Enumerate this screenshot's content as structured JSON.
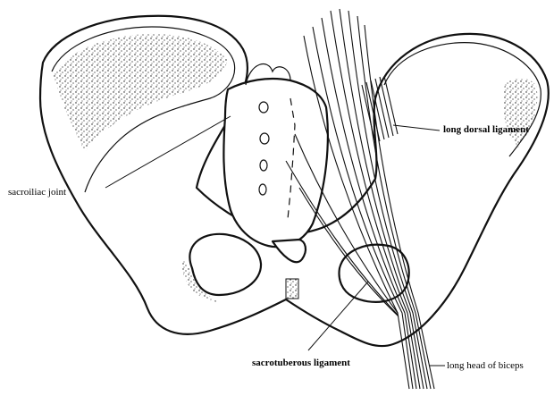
{
  "labels": {
    "sacroiliac_joint": "sacroiliac joint",
    "long_dorsal_ligament": "long dorsal ligament",
    "sacrotuberous_ligament": "sacrotuberous ligament",
    "long_head_of_biceps": "long head of biceps"
  },
  "colors": {
    "ink": "#111111",
    "paper": "#ffffff"
  }
}
